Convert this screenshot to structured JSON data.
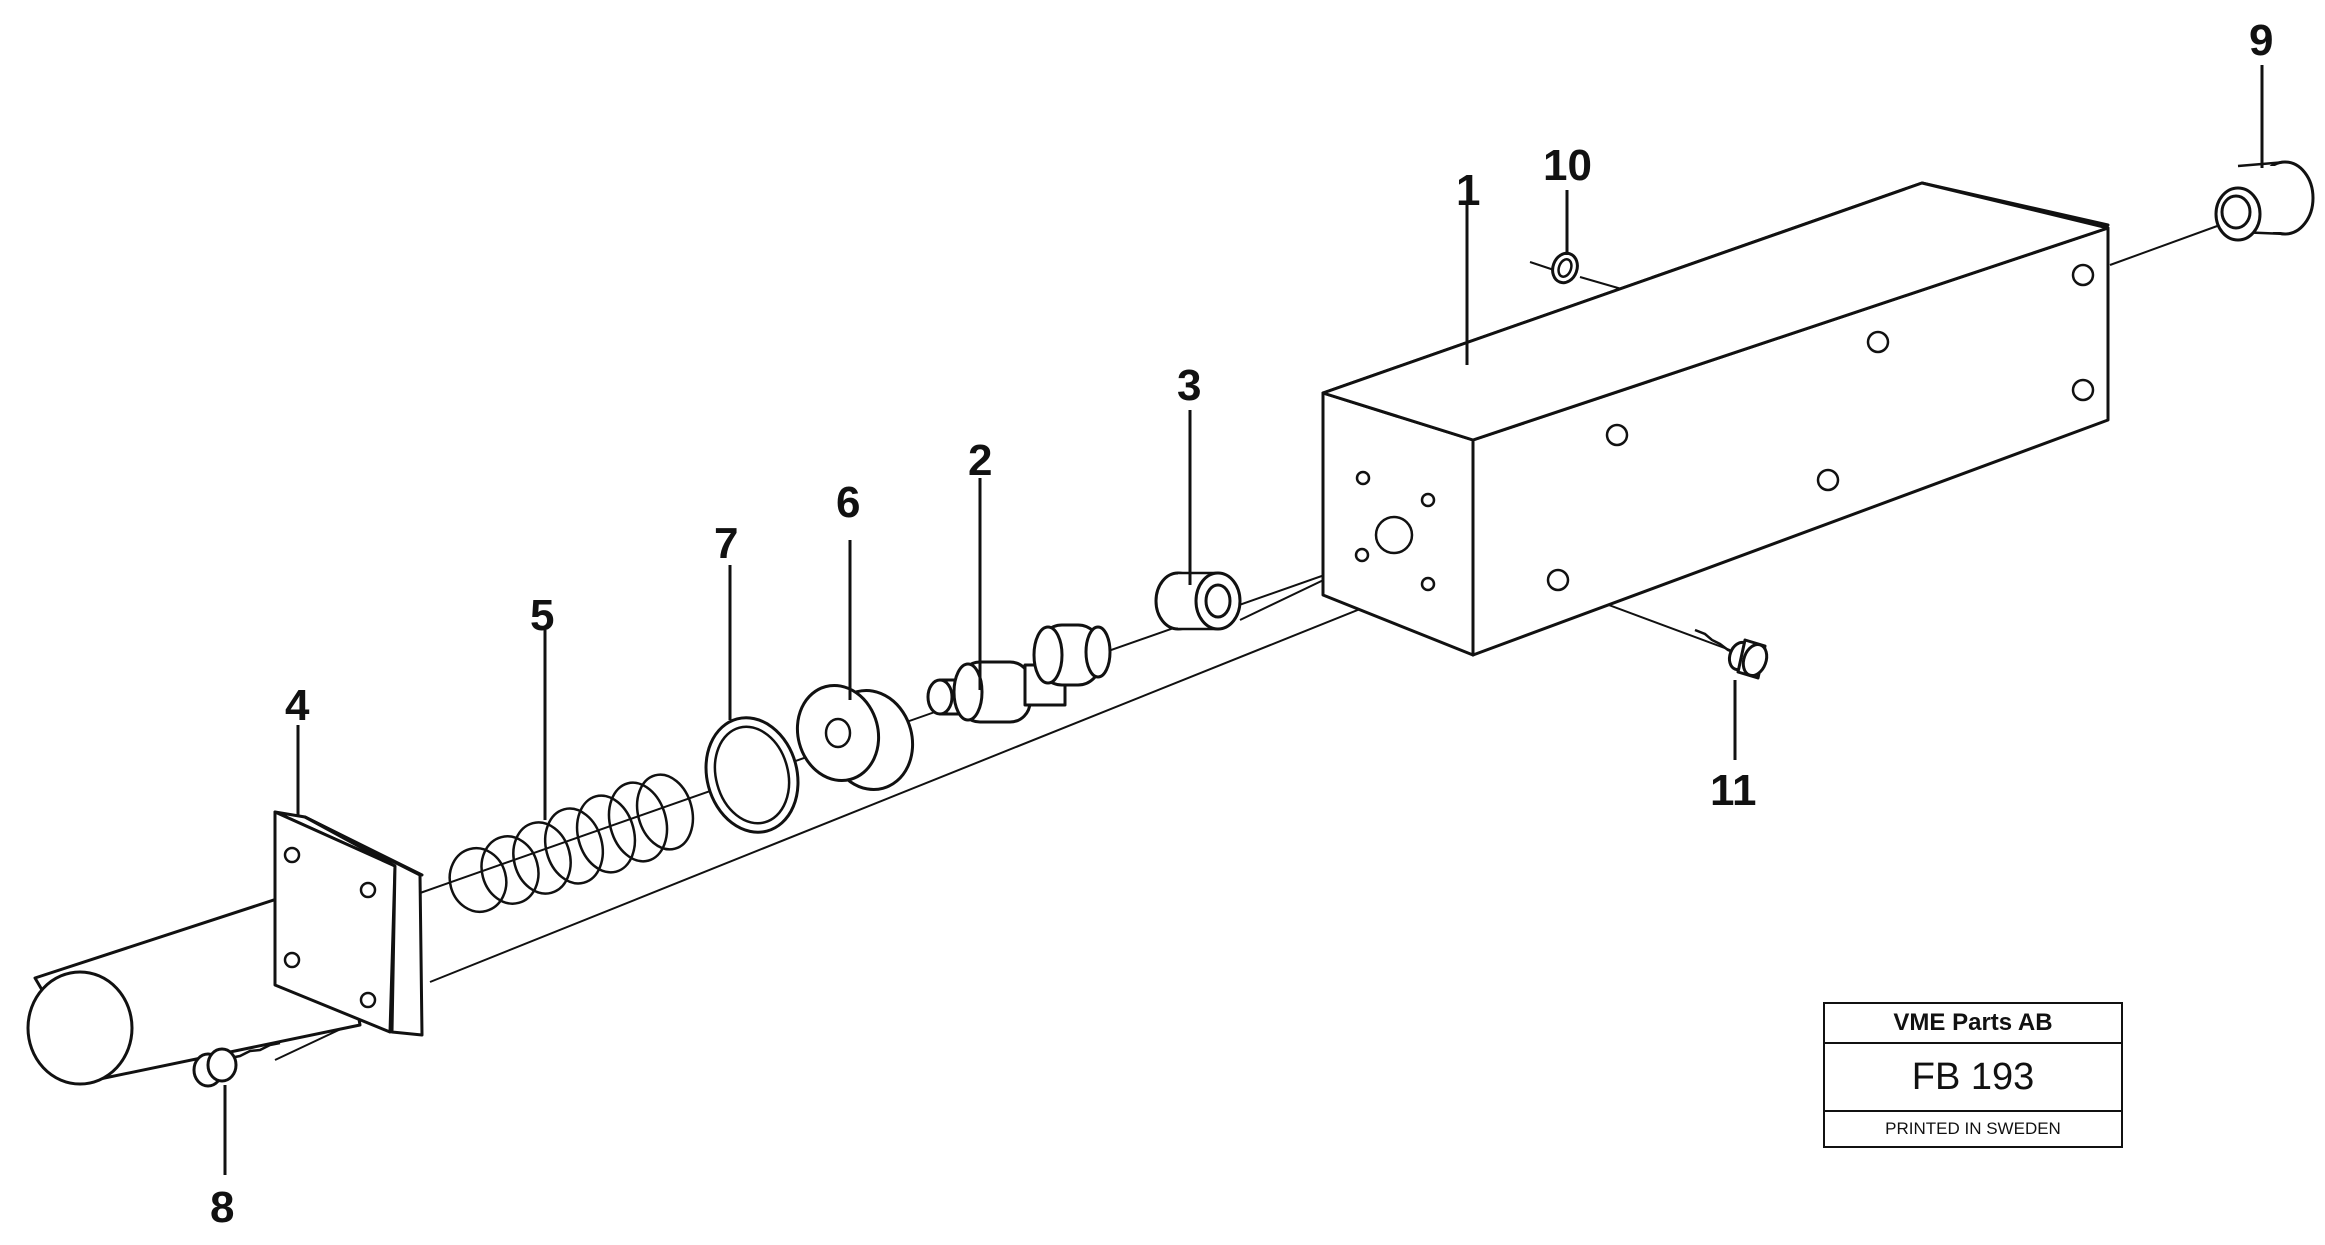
{
  "callouts": {
    "c1": "1",
    "c2": "2",
    "c3": "3",
    "c4": "4",
    "c5": "5",
    "c6": "6",
    "c7": "7",
    "c8": "8",
    "c9": "9",
    "c10": "10",
    "c11": "11"
  },
  "title_block": {
    "company": "VME Parts AB",
    "code": "FB 193",
    "printed": "PRINTED IN SWEDEN"
  }
}
